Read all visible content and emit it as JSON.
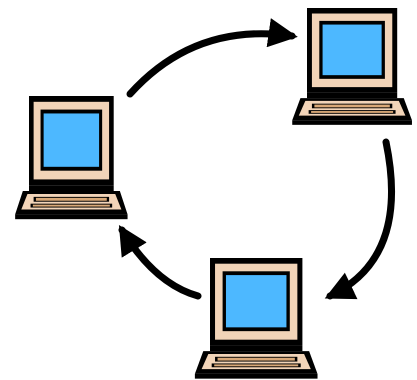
{
  "diagram": {
    "type": "ring network",
    "nodes": [
      {
        "id": "laptop-left",
        "icon": "laptop-icon"
      },
      {
        "id": "laptop-top-right",
        "icon": "laptop-icon"
      },
      {
        "id": "laptop-bottom",
        "icon": "laptop-icon"
      }
    ],
    "edges": [
      {
        "from": "laptop-left",
        "to": "laptop-top-right",
        "direction": "clockwise"
      },
      {
        "from": "laptop-top-right",
        "to": "laptop-bottom",
        "direction": "clockwise"
      },
      {
        "from": "laptop-bottom",
        "to": "laptop-left",
        "direction": "clockwise"
      }
    ]
  },
  "colors": {
    "screen": "#4db8ff",
    "bezel": "#f2d4b8",
    "outline": "#000000",
    "keyboard": "#d9a877",
    "arrow": "#000000"
  }
}
